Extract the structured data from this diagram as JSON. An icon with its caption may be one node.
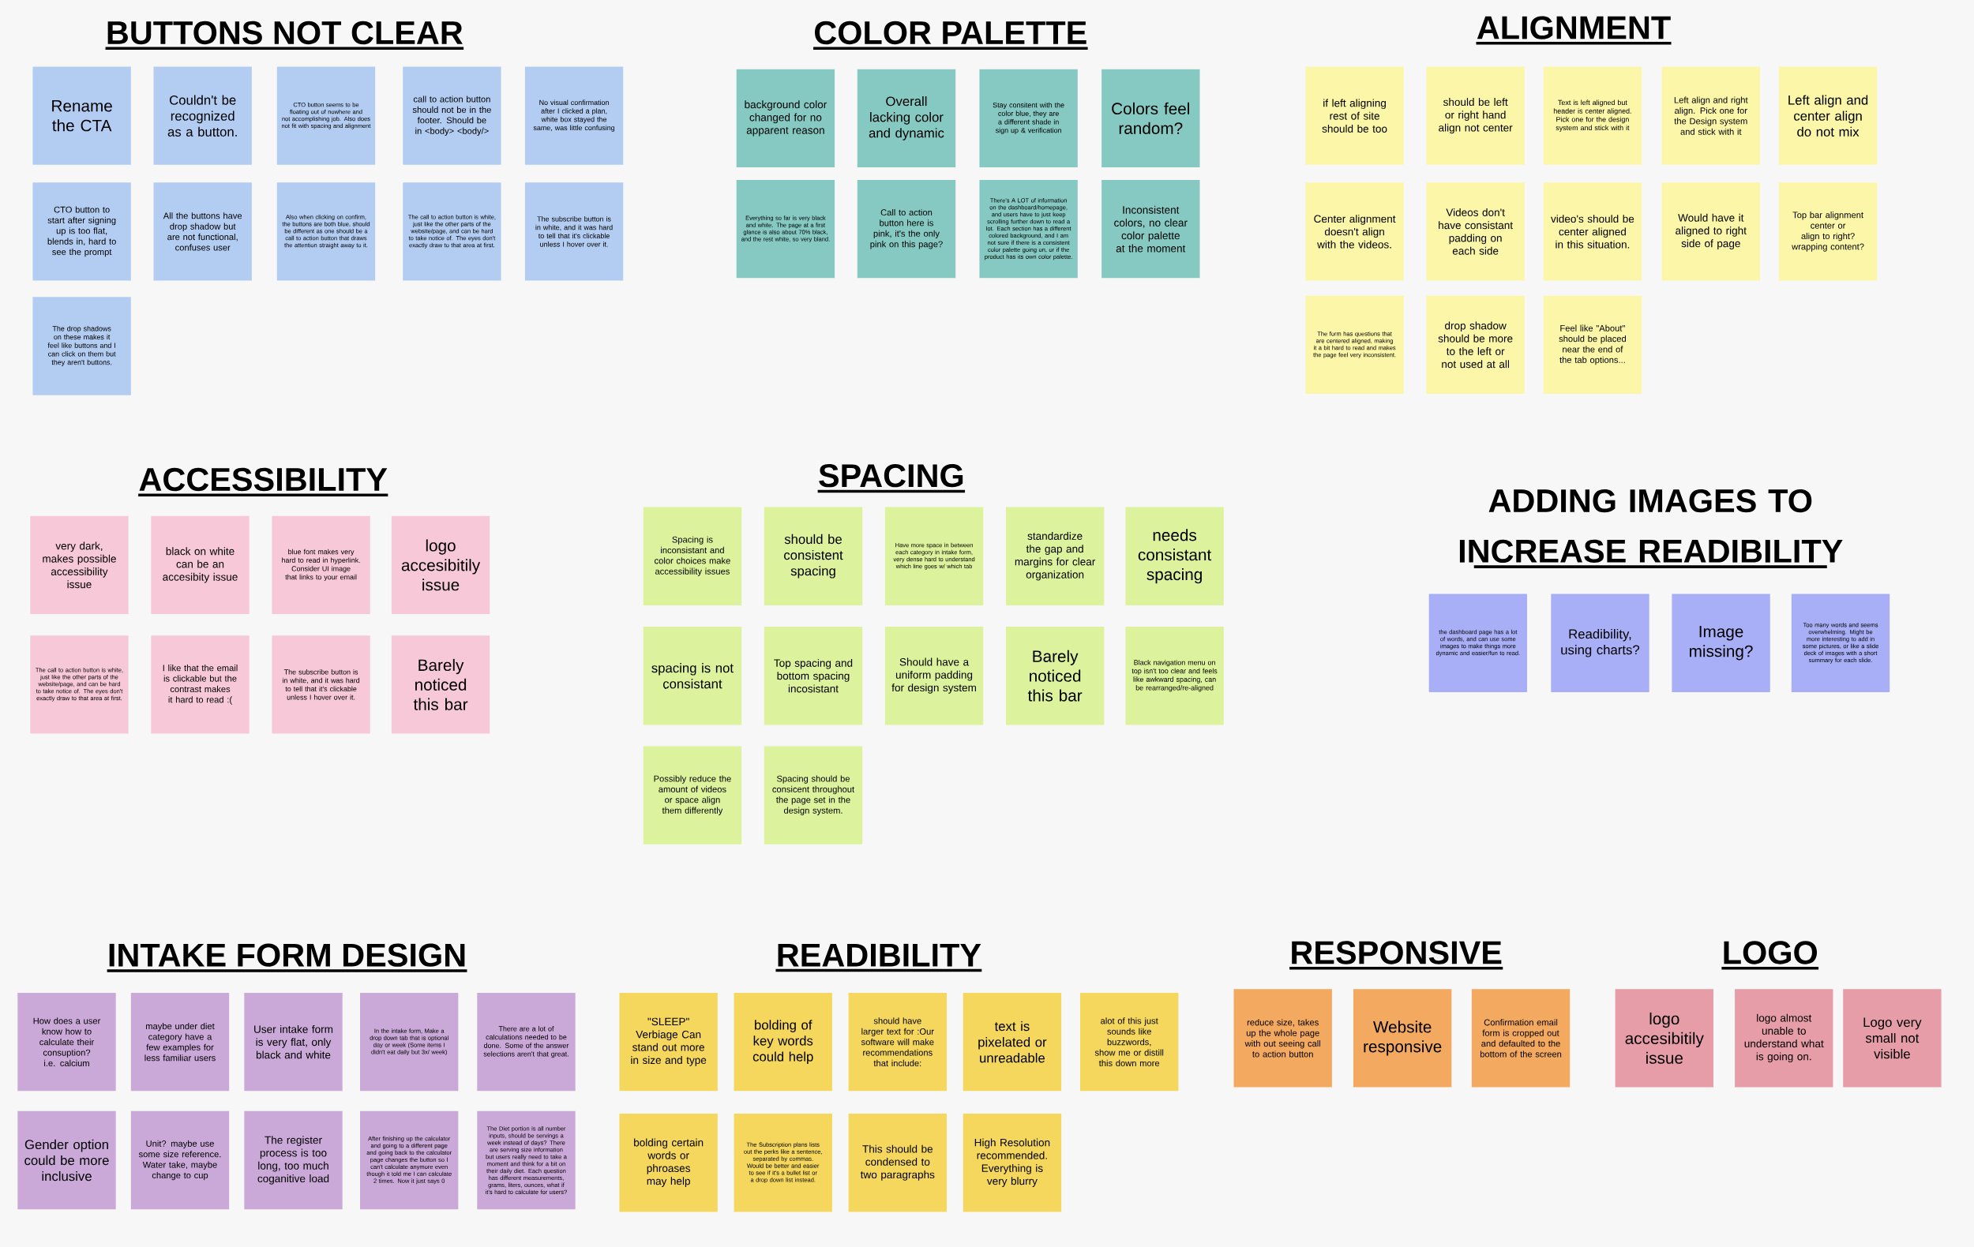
{
  "diagram": {
    "nodes": [
      {
        "text": [
          "Rename the CTA"
        ]
      },
      {
        "text": [
          "Couldn't be recognized as a button."
        ]
      },
      {
        "text": [
          "CTO button seems to be floating out of nowhere and not accomplishing job. Also does not fit with spacing and alignment"
        ]
      },
      {
        "text": [
          "call to action button should not be in the footer. Should be in <body> <body/>"
        ]
      },
      {
        "text": [
          "No visual confirmation after I clicked a plan, white box stayed the same, was little confusing"
        ]
      },
      {
        "text": [
          "CTO button to start after signing up is too flat, blends in, hard to see the prompt"
        ]
      },
      {
        "text": [
          "All the buttons have drop shadow but are not functional, confuses user"
        ]
      },
      {
        "text": [
          "Also when clicking on confirm, the buttons are both blue, should be different as one should be a call to action button that draws the attention straight away to it."
        ]
      },
      {
        "text": [
          "The call to action button is white, just like the other parts of the website/page, and can be hard to take notice of. The eyes don't exactly draw to that area at first."
        ]
      },
      {
        "text": [
          "The subscribe button is in white, and it was hard to tell that it's clickable unless I hover over it."
        ]
      },
      {
        "text": [
          "The drop shadows on these makes it feel like buttons and I can click on them but they aren't buttons."
        ]
      },
      {
        "text": [
          "background color changed for no apparent reason"
        ]
      },
      {
        "text": [
          "Overall lacking color and dynamic"
        ]
      },
      {
        "text": [
          "Stay consitent with the color blue, they are a different shade in sign up & verification"
        ]
      },
      {
        "text": [
          "Colors feel random?"
        ]
      },
      {
        "text": [
          "Everything so far is very black and white. The page at a first glance is also about 70% black, and the rest white, so very bland."
        ]
      },
      {
        "text": [
          "Call to action button here is pink, it's the only pink on this page?"
        ]
      },
      {
        "text": [
          "There's A LOT of information on the dashboard/homepage, and users have to just keep scrolling further down to read a lot. Each section has a different colored background, and I am not sure if there is a consistent color palette going on, or if the product has its own color palette."
        ]
      },
      {
        "text": [
          "Inconsistent colors, no clear color palette at the moment"
        ]
      },
      {
        "text": [
          "if left aligning rest of site should be too"
        ]
      },
      {
        "text": [
          "should be left or right hand align not center"
        ]
      },
      {
        "text": [
          "Text is left aligned but header is center aligned. Pick one for the design system and stick with it"
        ]
      },
      {
        "text": [
          "Left align and right align. Pick one for the Design system and stick with it"
        ]
      },
      {
        "text": [
          "Left align and center align do not mix"
        ]
      },
      {
        "text": [
          "Center alignment doesn't align with the videos."
        ]
      },
      {
        "text": [
          "Videos don't have consistant padding on each side"
        ]
      },
      {
        "text": [
          "video's should be center aligned in this situation."
        ]
      },
      {
        "text": [
          "Would have it aligned to right side of page"
        ]
      },
      {
        "text": [
          "Top bar alignment center or align to right? wrapping content?"
        ]
      },
      {
        "text": [
          "The form has questions that are centered aligned, making it a bit hard to read and makes the page feel very inconsistent."
        ]
      },
      {
        "text": [
          "drop shadow should be more to the left or not used at all"
        ]
      },
      {
        "text": [
          "Feel like \"About\" should be placed near the end of the tab options..."
        ]
      },
      {
        "text": [
          "very dark, makes possible accessibility issue"
        ]
      },
      {
        "text": [
          "black on white can be an accesibity issue"
        ]
      },
      {
        "text": [
          "blue font makes very hard to read in hyperlink. Consider UI image that links to your email"
        ]
      },
      {
        "text": [
          "logo accesibitily issue"
        ]
      },
      {
        "text": [
          "The call to action button is white, just like the other parts of the website/page, and can be hard to take notice of. The eyes don't exactly draw to that area at first."
        ]
      },
      {
        "text": [
          "I like that the email is clickable but the contrast makes it hard to read :("
        ]
      },
      {
        "text": [
          "The subscribe button is in white, and it was hard to tell that it's clickable unless I hover over it."
        ]
      },
      {
        "text": [
          "Barely noticed this bar"
        ]
      },
      {
        "text": [
          "Spacing is inconsistant and color choices make accessibility issues"
        ]
      },
      {
        "text": [
          "should be consistent spacing"
        ]
      },
      {
        "text": [
          "Have more space in between each category in intake form, very dense hard to understand which line goes w/ which tab"
        ]
      },
      {
        "text": [
          "standardize the gap and margins for clear organization"
        ]
      },
      {
        "text": [
          "needs consistant spacing"
        ]
      },
      {
        "text": [
          "spacing is not consistant"
        ]
      },
      {
        "text": [
          "Top spacing and bottom spacing incosistant"
        ]
      },
      {
        "text": [
          "Should have a uniform padding for design system"
        ]
      },
      {
        "text": [
          "Barely noticed this bar"
        ]
      },
      {
        "text": [
          "Black navigation menu on top isn't too clear and feels like awkward spacing, can be rearranged/re-aligned"
        ]
      },
      {
        "text": [
          "Possibly reduce the amount of videos or space align them differently"
        ]
      },
      {
        "text": [
          "Spacing should be consicent throughout the page set in the design system."
        ]
      },
      {
        "text": [
          "the dashboard page has a lot of words, and can use some images to make things more dynamic and easier/fun to read."
        ]
      },
      {
        "text": [
          "Readibility, using charts?"
        ]
      },
      {
        "text": [
          "Image missing?"
        ]
      },
      {
        "text": [
          "Too many words and seems overwhelming. Might be more interesting to add in some pictures, or like a slide deck of images with a short summary for each slide."
        ]
      },
      {
        "text": [
          "How does a user know how to calculate their consuption? i.e. calcium"
        ]
      },
      {
        "text": [
          "maybe under diet category have a few examples for less familiar users"
        ]
      },
      {
        "text": [
          "User intake form is very flat, only black and white"
        ]
      },
      {
        "text": [
          "In the intake form, Make a drop down tab that is optional day or week (Some items I didn't eat daily but 3x/ week)"
        ]
      },
      {
        "text": [
          "There are a lot of calculations needed to be done. Some of the answer selections aren't that great."
        ]
      },
      {
        "text": [
          "Gender option could be more inclusive"
        ]
      },
      {
        "text": [
          "Unit? maybe use some size reference. Water take, maybe change to cup"
        ]
      },
      {
        "text": [
          "The register process is too long, too much coganitive load"
        ]
      },
      {
        "text": [
          "After finishing up the calculator and going to a different page and going back to the calculator page changes the button so I can't calculate anymore even though it told me I can calculate 2 times. Now it just says 0"
        ]
      },
      {
        "text": [
          "The Diet portion is all number inputs, should be servings a week instead of days? There are serving size information but users really need to take a moment and think for a bit on their daily diet. Each question has different measurements, grams, liters, ounces, what if it's hard to calculate for users?"
        ]
      },
      {
        "text": [
          "\"SLEEP\" Verbiage Can stand out more in size and type"
        ]
      },
      {
        "text": [
          "bolding of key words could help"
        ]
      },
      {
        "text": [
          "should have larger text for :Our software will make recommendations that include:"
        ]
      },
      {
        "text": [
          "text is pixelated or unreadable"
        ]
      },
      {
        "text": [
          "alot of this just sounds like buzzwords, show me or distill this down more"
        ]
      },
      {
        "text": [
          "bolding certain words or phroases may help"
        ]
      },
      {
        "text": [
          "The Subscription plans lists out the perks like a sentence, separated by commas. Would be better and easier to see if it's a bullet list or a drop down list instead."
        ]
      },
      {
        "text": [
          "This should be condensed to two paragraphs"
        ]
      },
      {
        "text": [
          "High Resolution recommended. Everything is very blurry"
        ]
      },
      {
        "text": [
          "reduce size, takes up the whole page with out seeing call to action button"
        ]
      },
      {
        "text": [
          "Website responsive"
        ]
      },
      {
        "text": [
          "Confirmation email form is cropped out and defaulted to the bottom of the screen"
        ]
      },
      {
        "text": [
          "logo accesibitily issue"
        ]
      },
      {
        "text": [
          "logo almost unable to understand what is going on."
        ]
      },
      {
        "text": [
          "Logo very small not visible"
        ]
      }
    ],
    "labels": [
      "BUTTONS NOT CLEAR",
      "COLOR PALETTE",
      "ALIGNMENT",
      "ACCESSIBILITY",
      "SPACING",
      "ADDING IMAGES TO INCREASE READIBILITY",
      "INTAKE FORM DESIGN",
      "READIBILITY",
      "RESPONSIVE",
      "LOGO"
    ]
  }
}
